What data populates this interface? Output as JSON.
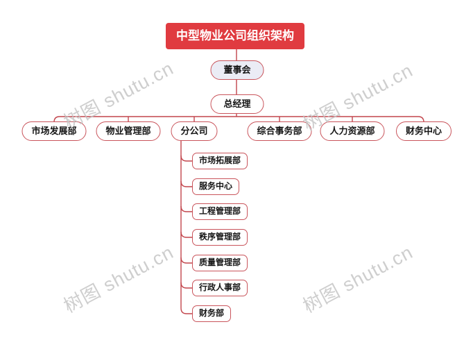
{
  "org": {
    "title": "中型物业公司组织架构",
    "board": "董事会",
    "general_manager": "总经理",
    "departments": [
      {
        "label": "市场发展部"
      },
      {
        "label": "物业管理部"
      },
      {
        "label": "分公司"
      },
      {
        "label": "综合事务部"
      },
      {
        "label": "人力资源部"
      },
      {
        "label": "财务中心"
      }
    ],
    "branch_children": [
      "市场拓展部",
      "服务中心",
      "工程管理部",
      "秩序管理部",
      "质量管理部",
      "行政人事部",
      "财务部"
    ]
  },
  "watermark": {
    "text": "树图 shutu.cn"
  },
  "colors": {
    "title_bg": "#e03b40",
    "title_text": "#ffffff",
    "node_border": "#c9545b",
    "connector_line": "#c2454c",
    "board_fill": "#ebecf5",
    "node_text": "#151515",
    "watermark_gray": "#c3c3c3"
  }
}
